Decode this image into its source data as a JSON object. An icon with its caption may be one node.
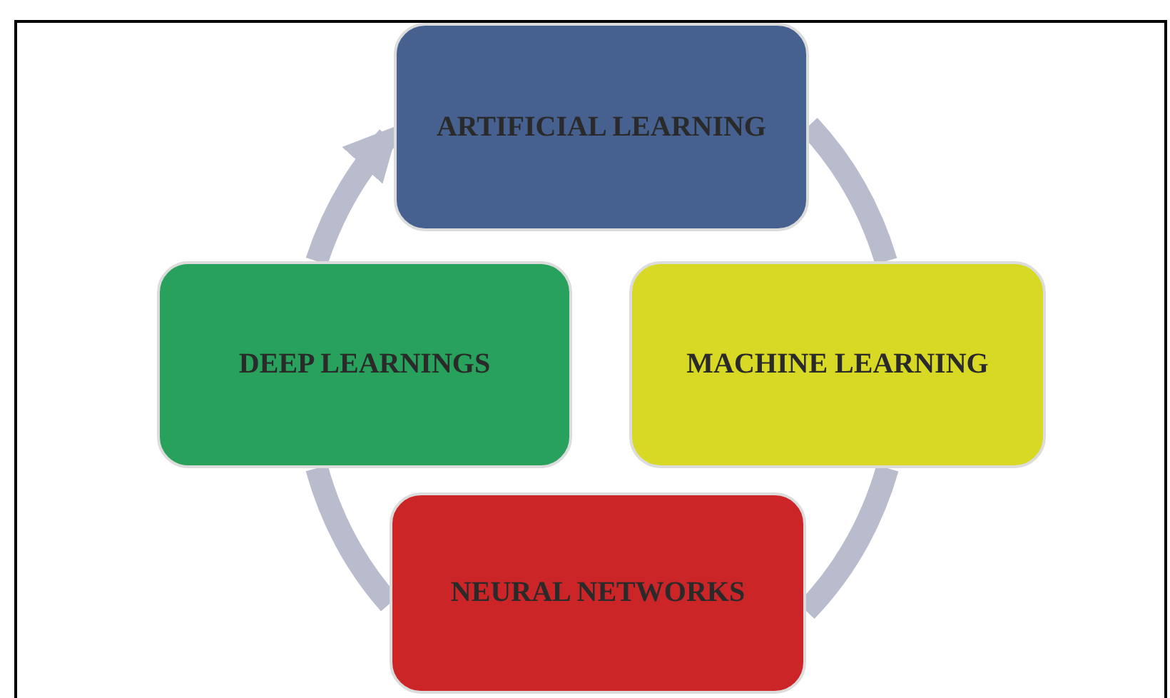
{
  "diagram": {
    "nodes": [
      {
        "text": [
          "ARTIFICIAL LEARNING"
        ]
      },
      {
        "text": [
          "DEEP LEARNINGS"
        ]
      },
      {
        "text": [
          "MACHINE LEARNING"
        ]
      },
      {
        "text": [
          "NEURAL NETWORKS"
        ]
      }
    ],
    "edges": [
      {
        "from": 0,
        "to": 2,
        "arrow": "none"
      },
      {
        "from": 2,
        "to": 3,
        "arrow": "none"
      },
      {
        "from": 3,
        "to": 1,
        "arrow": "none"
      },
      {
        "from": 1,
        "to": 0,
        "arrow": "to"
      }
    ]
  }
}
